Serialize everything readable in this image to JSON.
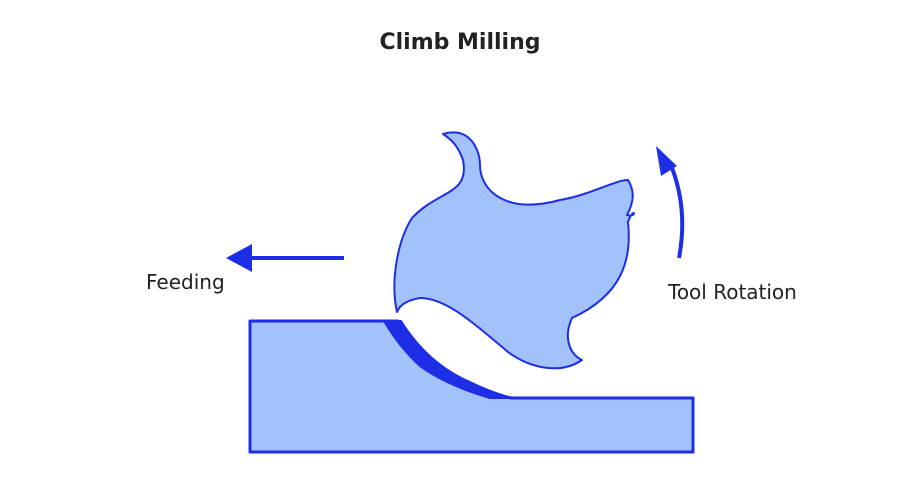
{
  "title": "Climb Milling",
  "labels": {
    "feeding": "Feeding",
    "tool_rotation": "Tool Rotation"
  },
  "colors": {
    "fill": "#a3c1fb",
    "stroke": "#1d2ee6",
    "text": "#222222"
  },
  "icons": {
    "feed_arrow": "arrow-left-icon",
    "rotation_arrow": "curved-arrow-up-icon"
  }
}
